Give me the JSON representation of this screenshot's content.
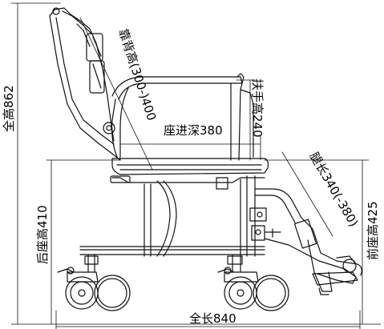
{
  "dimensions": {
    "overall_height": "全高862",
    "backrest_height": "靠背高(300-)400",
    "armrest_height": "扶手高240",
    "seat_depth": "座进深380",
    "leg_length": "腿长340(-380)",
    "rear_seat_height": "后座高410",
    "front_seat_height": "前座高425",
    "overall_length": "全长840"
  }
}
